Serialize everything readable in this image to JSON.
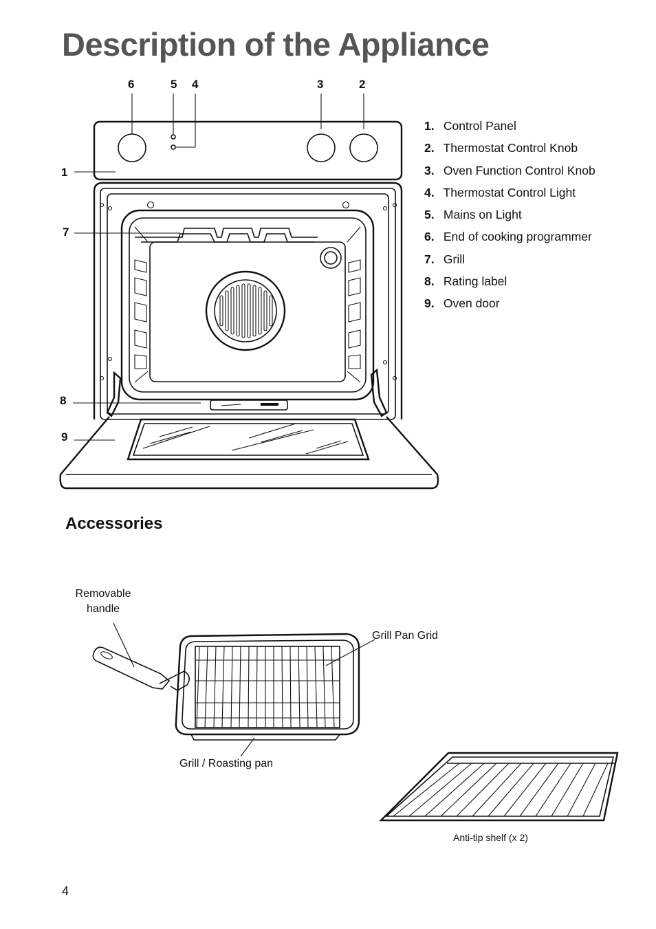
{
  "page": {
    "title": "Description of the Appliance",
    "number": "4"
  },
  "diagram": {
    "callouts": [
      "6",
      "5",
      "4",
      "3",
      "2",
      "1",
      "7",
      "8",
      "9"
    ]
  },
  "parts": [
    {
      "num": "1.",
      "label": "Control Panel"
    },
    {
      "num": "2.",
      "label": "Thermostat Control Knob"
    },
    {
      "num": "3.",
      "label": "Oven Function Control Knob"
    },
    {
      "num": "4.",
      "label": "Thermostat Control Light"
    },
    {
      "num": "5.",
      "label": "Mains on Light"
    },
    {
      "num": "6.",
      "label": "End of cooking programmer"
    },
    {
      "num": "7.",
      "label": "Grill"
    },
    {
      "num": "8.",
      "label": "Rating label"
    },
    {
      "num": "9.",
      "label": "Oven door"
    }
  ],
  "accessories": {
    "title": "Accessories",
    "removable_handle": "Removable\nhandle",
    "grill_pan_grid": "Grill Pan Grid",
    "grill_roasting_pan": "Grill / Roasting pan",
    "anti_tip_shelf": "Anti-tip shelf (x 2)"
  }
}
